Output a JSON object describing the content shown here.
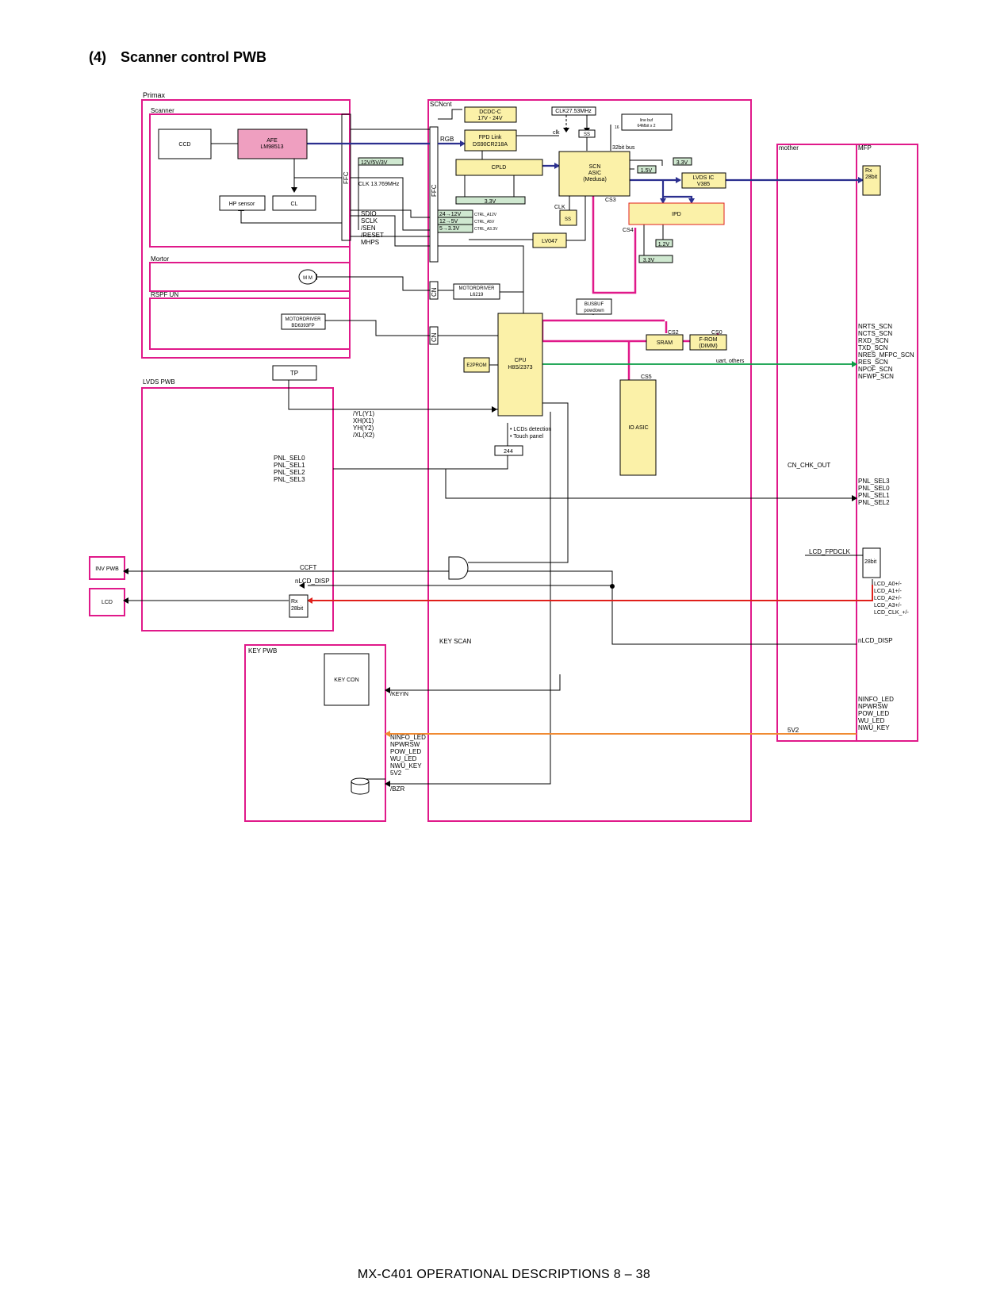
{
  "heading": {
    "number": "(4)",
    "title": "Scanner control PWB"
  },
  "footer": "MX-C401  OPERATIONAL DESCRIPTIONS  8 – 38",
  "colors": {
    "frame": "#e0198a",
    "bus_blue": "#2b2f8f",
    "cs_magenta": "#e0198a",
    "uart_green": "#0a9d45",
    "lcd_red": "#e0201b",
    "power_orange": "#f08a32",
    "chip_yellow": "#fbf1a8",
    "afe_pink": "#ef9fc0",
    "power_green": "#cfe8d0"
  },
  "frames": {
    "primax": "Primax",
    "scanner": "Scanner",
    "mortor": "Mortor",
    "rspf": "RSPF UN",
    "lvds_pwb": "LVDS PWB",
    "key_pwb": "KEY PWB",
    "scncnt": "SCNcnt",
    "mother": "mother",
    "mfp": "MFP"
  },
  "components": {
    "ccd": "CCD",
    "afe": [
      "AFE",
      "LM98513"
    ],
    "hp_sensor": "HP sensor",
    "cl": "CL",
    "mm": "M M",
    "motordriver_bd": [
      "MOTORDRIVER",
      "BD6393FP"
    ],
    "tp": "TP",
    "inv_pwb": "INV PWB",
    "lcd": "LCD",
    "rx_lvds": [
      "Rx",
      "28bit"
    ],
    "key_con": "KEY CON",
    "dcdc": [
      "DCDC-C",
      "17V - 24V"
    ],
    "fpd_link": [
      "FPD Link",
      "DS90CR218A"
    ],
    "cpld": "CPLD",
    "clk27": "CLK27.53MHz",
    "ss_top": "SS",
    "line_buf": [
      "line buf",
      "64Mbit x 2"
    ],
    "line_buf_n": "16",
    "scn_asic": [
      "SCN",
      "ASIC",
      "(Medusa)"
    ],
    "lvds_ic": [
      "LVDS IC",
      "V385"
    ],
    "ipd": "IPD",
    "ss_mid": "SS",
    "lv047": "LV047",
    "motordriver_l": [
      "MOTORDRIVER",
      "L6219"
    ],
    "busbuf": [
      "BUSBUF",
      "powdown"
    ],
    "sram": "SRAM",
    "from": [
      "F-ROM",
      "(DIMM)"
    ],
    "cpu": [
      "CPU",
      "H8S/2373"
    ],
    "e2prom": "E2PROM",
    "io_asic": "IO ASIC",
    "b244": "244",
    "rx_mfp": [
      "Rx",
      "28bit"
    ],
    "b28bit_mfp": "28bit"
  },
  "power": {
    "v12_5_3": "12V/5V/3V",
    "v33_cpld": "3.3V",
    "v33_a": "3.3V",
    "v15": "1.5V",
    "v12": "1.2V",
    "v33_b": "3.3V",
    "conv": [
      "24→12V",
      "12→5V",
      "5→3.3V"
    ],
    "ctrl": [
      "CTRL_A12V",
      "CTRL_A5V",
      "CTRL_A3.3V"
    ]
  },
  "labels": {
    "ffc": "FFC",
    "cn": "CN",
    "clk_13": "CLK 13.769MHz",
    "rgb": "RGB",
    "clk_lc": "clk",
    "bus32": "32bit bus",
    "cs3": "CS3",
    "cs4": "CS4",
    "cs2": "CS2",
    "cs0": "CS0",
    "cs5": "CS5",
    "clk_ss": "CLK",
    "uart_others": "uart, others",
    "scanner_signals": [
      "SDIO",
      "SCLK",
      "/SEN",
      "/RESET",
      "MHPS"
    ],
    "touch_signals": [
      "/YL(Y1)",
      "XH(X1)",
      "YH(Y2)",
      "/XL(X2)"
    ],
    "lcd_detect": [
      "• LCDs detection",
      "• Touch panel"
    ],
    "pnl_left": [
      "PNL_SEL0",
      "PNL_SEL1",
      "PNL_SEL2",
      "PNL_SEL3"
    ],
    "pnl_right": [
      "PNL_SEL3",
      "PNL_SEL0",
      "PNL_SEL1",
      "PNL_SEL2"
    ],
    "uart_signals": [
      "NRTS_SCN",
      "NCTS_SCN",
      "RXD_SCN",
      "TXD_SCN",
      "NRES_MFPC_SCN",
      "RES_SCN",
      "NPOF_SCN",
      "NFWP_SCN"
    ],
    "cn_chk_out": "CN_CHK_OUT",
    "ccft": "CCFT",
    "nlcd_disp": "nLCD_DISP",
    "lcd_fpdclk": "LCD_FPDCLK",
    "lcd_data": [
      "LCD_A0+/-",
      "LCD_A1+/-",
      "LCD_A2+/-",
      "LCD_A3+/-",
      "LCD_CLK_+/-"
    ],
    "nlcd_disp_r": "nLCD_DISP",
    "key_scan": "KEY SCAN",
    "keyin": "/KEYIN",
    "key_signals": [
      "NINFO_LED",
      "NPWRSW",
      "POW_LED",
      "WU_LED",
      "NWU_KEY",
      "5V2"
    ],
    "key_signals_r": [
      "NINFO_LED",
      "NPWRSW",
      "POW_LED",
      "WU_LED",
      "NWU_KEY"
    ],
    "v5v2": "5V2",
    "bzr": "/BZR"
  }
}
